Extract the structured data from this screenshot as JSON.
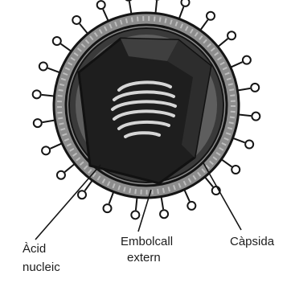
{
  "labels": {
    "nucleic_acid_line1": "Àcid",
    "nucleic_acid_line2": "nucleic",
    "envelope_line1": "Embolcall",
    "envelope_line2": "extern",
    "capsid": "Càpsida"
  },
  "colors": {
    "ink": "#151515",
    "envelope_grey": "#8a8a8a",
    "inner_dark": "#2b2b2b",
    "background": "#ffffff"
  },
  "spikes": {
    "count": 24,
    "head_shape": "open-circle"
  }
}
